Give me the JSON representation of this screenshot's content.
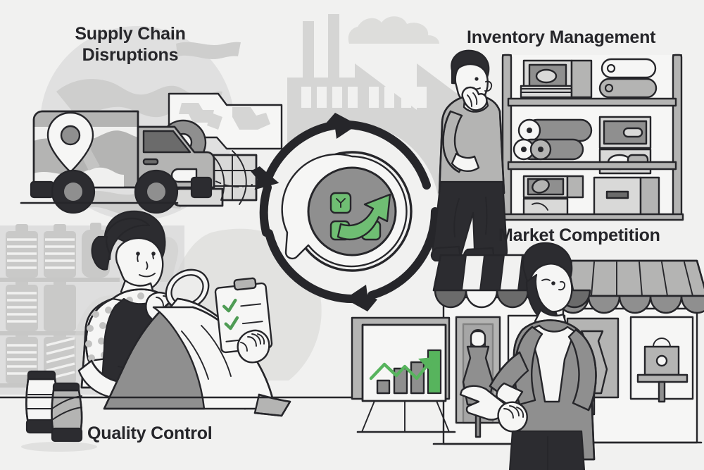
{
  "illustration": {
    "title": "Apparel Business Challenges Cycle Infographic",
    "background_color": "#f1f1f0",
    "accent_green": "#6fbe73",
    "ink_color": "#26262a",
    "style": "flat grayscale line illustration with green accents"
  },
  "labels": [
    {
      "id": "supply-chain",
      "text": "Supply Chain\nDisruptions",
      "position": "top-left"
    },
    {
      "id": "inventory-management",
      "text": "Inventory Management",
      "position": "top-right"
    },
    {
      "id": "market-competition",
      "text": "Market Competition",
      "position": "middle-right"
    },
    {
      "id": "quality-control",
      "text": "Quality Control",
      "position": "bottom-left"
    }
  ],
  "center": {
    "name": "business-growth-cycle",
    "outer_ring": "two arrowheads clockwise cycle arrows",
    "inner_circle_fill": "#8f8f8f",
    "speech_bubble": true,
    "icon": "network-nodes-with-growth-arrow",
    "icon_color": "#6fbe73",
    "node_count": 3,
    "arrow_direction": "up-right"
  },
  "scenes": [
    {
      "id": "supply-chain-scene",
      "items": [
        "delivery-truck",
        "location-pin",
        "world-map-backdrop",
        "route-map",
        "map-pin",
        "dashed-route"
      ]
    },
    {
      "id": "inventory-scene",
      "items": [
        "thinking-man",
        "storage-rack",
        "fabric-rolls",
        "storage-boxes",
        "thread-cones",
        "factory-backdrop",
        "smoke-cloud"
      ]
    },
    {
      "id": "quality-control-scene",
      "items": [
        "woman-inspector",
        "magnifying-glass",
        "fabric-drape",
        "clipboard-checklist",
        "thread-spools",
        "bottle-shelf-backdrop",
        "mannequin-backdrop"
      ]
    },
    {
      "id": "market-competition-scene",
      "items": [
        "bearded-man-pointing",
        "presentation-board",
        "bar-chart",
        "storefront-striped-awning",
        "storefront-scalloped-awning",
        "dress-mannequin",
        "handbag-display"
      ]
    }
  ],
  "chart_data": {
    "type": "bar",
    "title": "",
    "categories": [
      "1",
      "2",
      "3",
      "4"
    ],
    "values": [
      22,
      48,
      58,
      92
    ],
    "bar_colors": [
      "#8f8f8f",
      "#8f8f8f",
      "#8f8f8f",
      "#57b45d"
    ],
    "overlay": {
      "type": "line",
      "name": "growth-trend-arrow",
      "color": "#57b45d",
      "x": [
        0,
        1,
        2,
        3,
        4,
        5
      ],
      "y": [
        18,
        55,
        72,
        48,
        78,
        100
      ],
      "arrowhead": true
    },
    "xlabel": "",
    "ylabel": "",
    "ylim": [
      0,
      100
    ],
    "grid": false,
    "legend": false
  },
  "clipboard": {
    "checkmarks": 2,
    "check_color": "#4f9c55",
    "lines": 3
  }
}
